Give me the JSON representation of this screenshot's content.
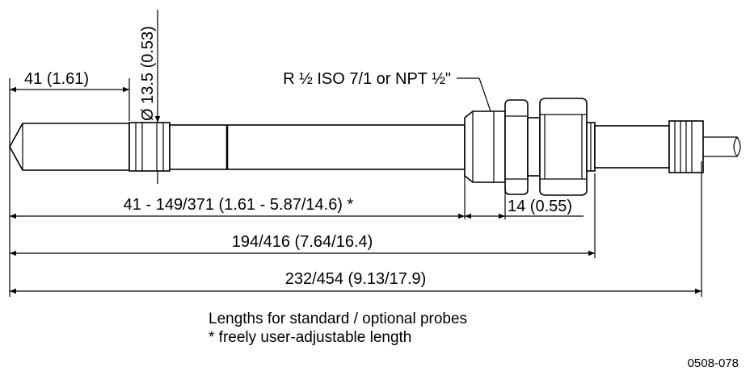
{
  "dimensions": {
    "tip_length": "41 (1.61)",
    "diameter": "Ø 13.5 (0.53)",
    "thread": "R ½ ISO 7/1 or NPT ½\"",
    "adjustable_length": "41 - 149/371 (1.61 - 5.87/14.6) *",
    "nut_length": "14 (0.55)",
    "body_length": "194/416 (7.64/16.4)",
    "total_length": "232/454 (9.13/17.9)"
  },
  "notes": {
    "line1": "Lengths for standard / optional probes",
    "line2": "* freely user-adjustable length"
  },
  "reference_code": "0508-078"
}
